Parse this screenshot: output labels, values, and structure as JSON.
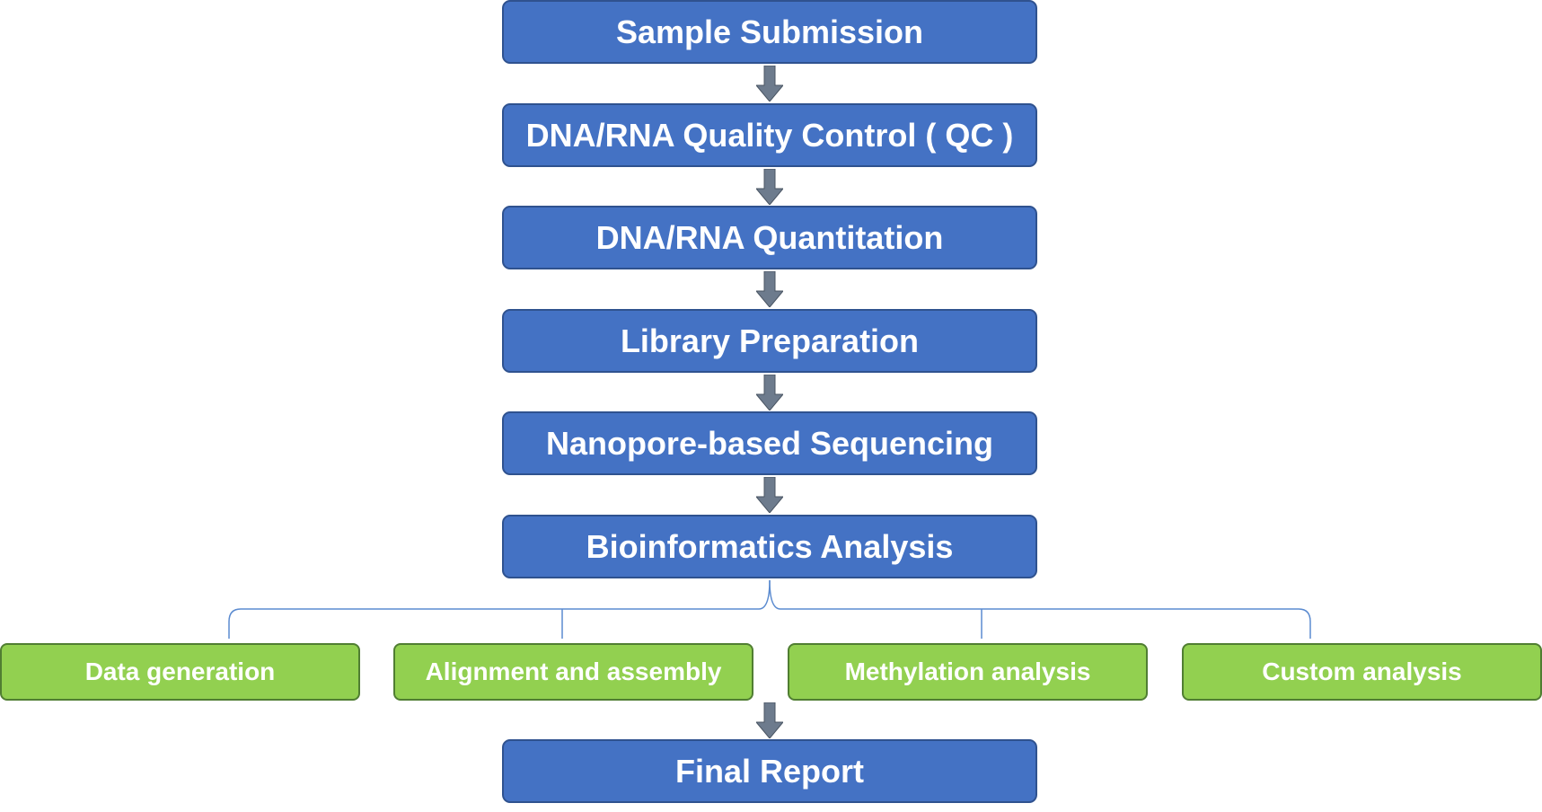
{
  "steps": [
    "Sample Submission",
    "DNA/RNA Quality Control ( QC )",
    "DNA/RNA Quantitation",
    "Library Preparation",
    "Nanopore-based Sequencing",
    "Bioinformatics Analysis"
  ],
  "analyses": [
    "Data generation",
    "Alignment and assembly",
    "Methylation analysis",
    "Custom analysis"
  ],
  "final": "Final Report",
  "colors": {
    "step_fill": "#4472c4",
    "step_border": "#2f528f",
    "analysis_fill": "#92d050",
    "analysis_border": "#507e32",
    "arrow": "#6d7b8d",
    "bracket": "#5b8bd0"
  }
}
